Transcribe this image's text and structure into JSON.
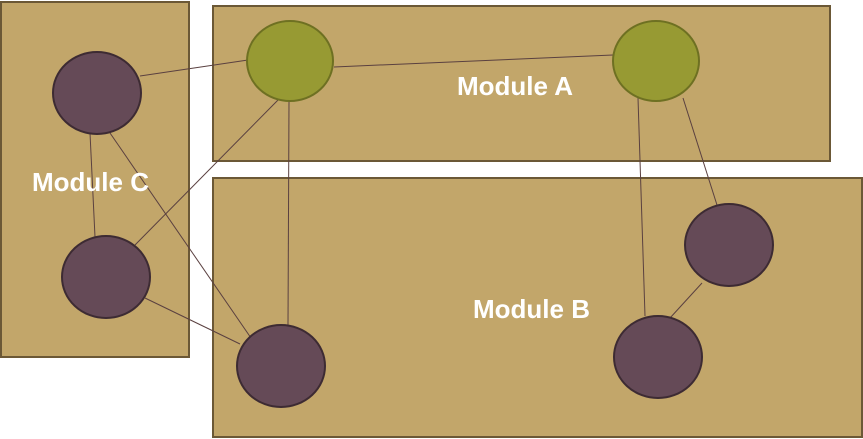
{
  "colors": {
    "module_fill": "#c2a66a",
    "module_stroke": "#6b5836",
    "green_node_fill": "#979a33",
    "green_node_stroke": "#6e7022",
    "purple_node_fill": "#654a57",
    "purple_node_stroke": "#3d2b33",
    "edge": "#5a4040",
    "label": "#ffffff"
  },
  "modules": {
    "a": {
      "label": "Module A"
    },
    "b": {
      "label": "Module B"
    },
    "c": {
      "label": "Module C"
    }
  },
  "nodes": [
    {
      "id": "a1",
      "module": "a",
      "kind": "green"
    },
    {
      "id": "a2",
      "module": "a",
      "kind": "green"
    },
    {
      "id": "c1",
      "module": "c",
      "kind": "purple"
    },
    {
      "id": "c2",
      "module": "c",
      "kind": "purple"
    },
    {
      "id": "b1",
      "module": "b",
      "kind": "purple"
    },
    {
      "id": "b2",
      "module": "b",
      "kind": "purple"
    },
    {
      "id": "b3",
      "module": "b",
      "kind": "purple"
    }
  ],
  "edges": [
    [
      "c1",
      "a1"
    ],
    [
      "a1",
      "a2"
    ],
    [
      "c1",
      "c2"
    ],
    [
      "c1",
      "b1"
    ],
    [
      "c2",
      "a1"
    ],
    [
      "c2",
      "b1"
    ],
    [
      "a1",
      "b1"
    ],
    [
      "a2",
      "b2"
    ],
    [
      "a2",
      "b3"
    ],
    [
      "b2",
      "b3"
    ]
  ]
}
